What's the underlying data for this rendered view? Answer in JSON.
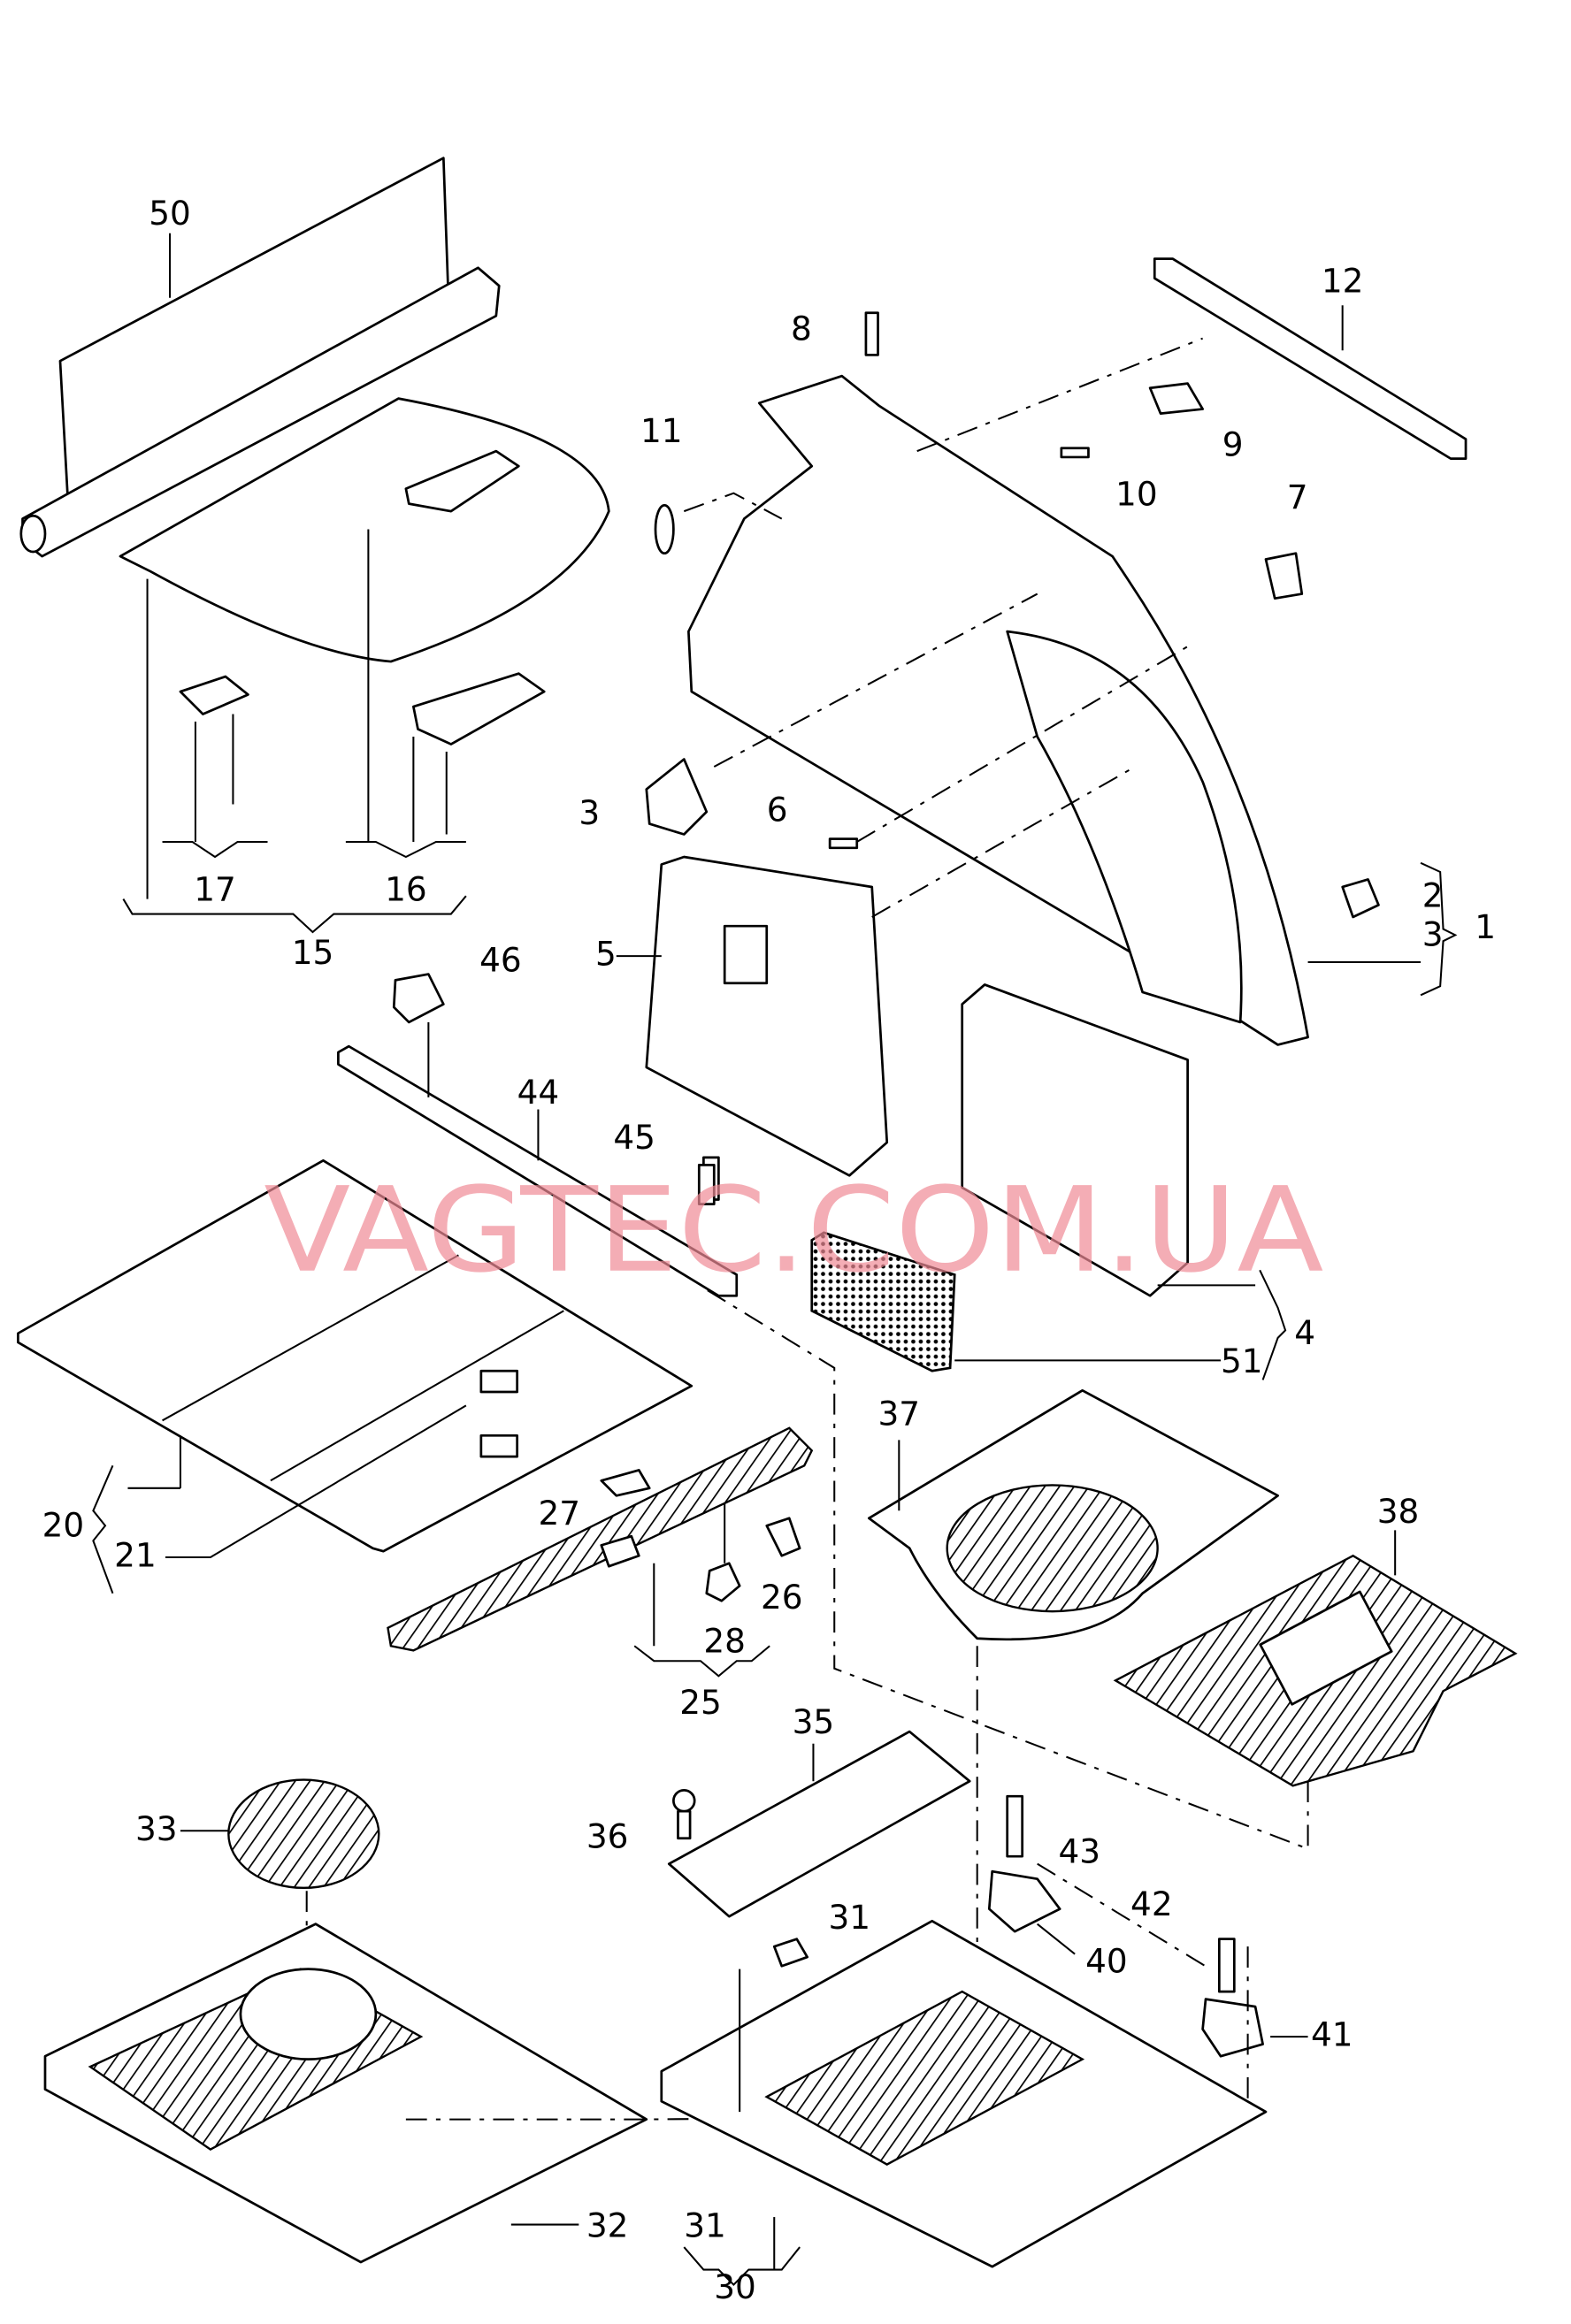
{
  "watermark": "VAGTEC.COM.UA",
  "labels": {
    "p50": "50",
    "p12": "12",
    "p8": "8",
    "p9": "9",
    "p10": "10",
    "p11": "11",
    "p7": "7",
    "p3a": "3",
    "p6": "6",
    "p2": "2",
    "p3b": "3",
    "p1": "1",
    "p5": "5",
    "p46": "46",
    "p44": "44",
    "p45": "45",
    "p4": "4",
    "p51": "51",
    "p17": "17",
    "p16": "16",
    "p15": "15",
    "p37": "37",
    "p38": "38",
    "p20": "20",
    "p21": "21",
    "p27": "27",
    "p26": "26",
    "p28": "28",
    "p25": "25",
    "p35": "35",
    "p36": "36",
    "p33": "33",
    "p43": "43",
    "p31a": "31",
    "p40": "40",
    "p42": "42",
    "p41": "41",
    "p32": "32",
    "p31b": "31",
    "p30": "30"
  }
}
